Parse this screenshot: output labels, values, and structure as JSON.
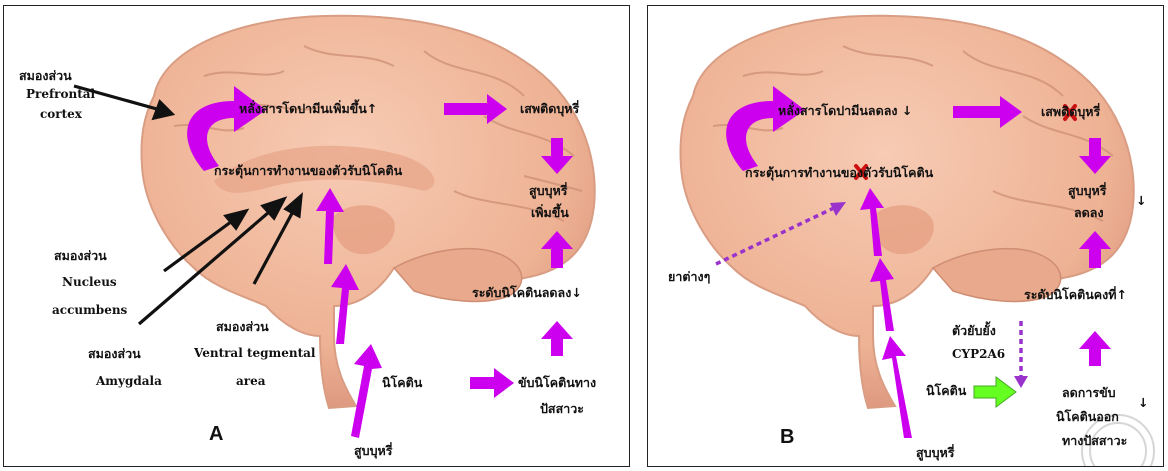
{
  "colors": {
    "arrow": "#cc00ee",
    "arrow_light": "#e23cf0",
    "arrow_dark": "#9a00b8",
    "drug_arrow": "#66ff22",
    "dotted": "#9a33cc",
    "brain_fill": "#f1b79c",
    "brain_shade": "#d98f74",
    "cross": "#cc1111"
  },
  "panelA": {
    "letter": "A",
    "prefrontal_label": "สมองส่วน",
    "prefrontal_name": "Prefrontal",
    "prefrontal_name2": "cortex",
    "dopamine_up": "หลั่งสารโดปามีนเพิ่มขึ้น",
    "dopamine_up_arrow": "↑",
    "nicotine_receptor": "กระตุ้นการทำงานของตัวรับนิโคติน",
    "craving": "เสพติดบุหรี่",
    "smoke_more_1": "สูบบุหรี่",
    "smoke_more_2": "เพิ่มขึ้น",
    "nicotine_level_down": "ระดับนิโคตินลดลง",
    "nicotine_level_down_arrow": "↓",
    "nucleus_label": "สมองส่วน",
    "nucleus_name": "Nucleus",
    "nucleus_name2": "accumbens",
    "vta_label": "สมองส่วน",
    "vta_name": "Ventral tegmental",
    "vta_name2": "area",
    "amygdala_label": "สมองส่วน",
    "amygdala_name": "Amygdala",
    "nicotine": "นิโคติน",
    "excretion_1": "ขับนิโคตินทาง",
    "excretion_2": "ปัสสาวะ",
    "smoking": "สูบบุหรี่"
  },
  "panelB": {
    "letter": "B",
    "dopamine_down": "หลั่งสารโดปามีนลดลง",
    "dopamine_down_arrow": "↓",
    "nicotine_receptor": "กระตุ้นการทำงานของตัวรับนิโคติน",
    "craving": "เสพติดบุหรี่",
    "smoke_less_1": "สูบบุหรี่",
    "smoke_less_2": "ลดลง",
    "smoke_less_arrow": "↓",
    "drugs": "ยาต่างๆ",
    "nicotine_level_stable": "ระดับนิโคตินคงที่",
    "nicotine_level_stable_arrow": "↑",
    "inhibitor_1": "ตัวยับยั้ง",
    "inhibitor_2": "CYP2A6",
    "nicotine": "นิโคติน",
    "reduce_excretion_1": "ลดการขับ",
    "reduce_excretion_2": "นิโคตินออก",
    "reduce_excretion_3": "ทางปัสสาวะ",
    "reduce_excretion_arrow": "↓",
    "smoking": "สูบบุหรี่"
  }
}
